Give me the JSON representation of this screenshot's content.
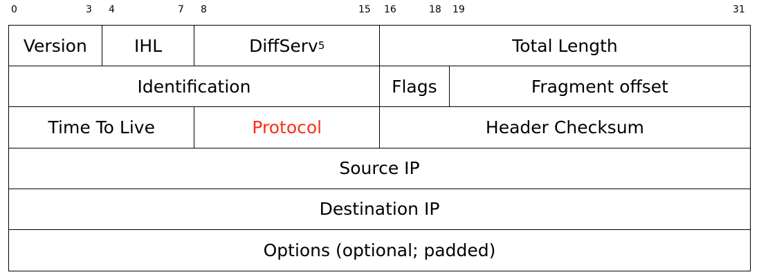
{
  "bit_ruler": {
    "labels": [
      "0",
      "3",
      "4",
      "7",
      "8",
      "15",
      "16",
      "18",
      "19",
      "31"
    ]
  },
  "fields": {
    "version": "Version",
    "ihl": "IHL",
    "diffserv": "DiffServ",
    "diffserv_note": "5",
    "total_length": "Total Length",
    "identification": "Identification",
    "flags": "Flags",
    "fragment_offset": "Fragment offset",
    "ttl": "Time To Live",
    "protocol": "Protocol",
    "header_checksum": "Header Checksum",
    "source_ip": "Source IP",
    "destination_ip": "Destination IP",
    "options": "Options (optional; padded)"
  },
  "colors": {
    "highlight": "#ff2a1a",
    "line": "#000000"
  }
}
